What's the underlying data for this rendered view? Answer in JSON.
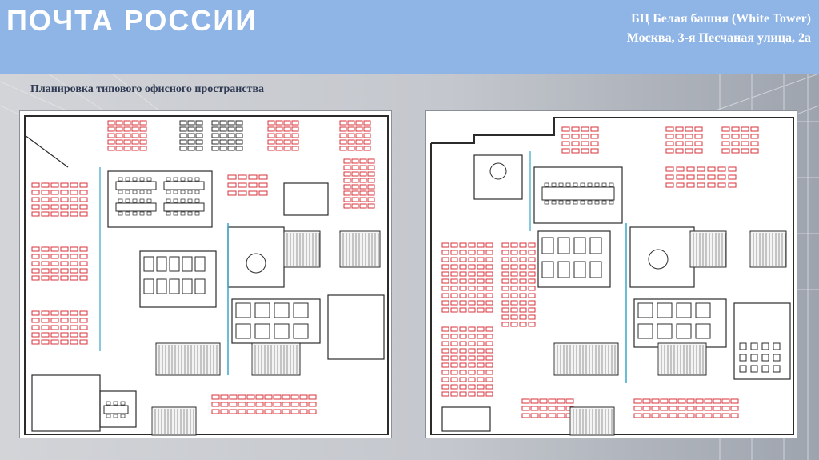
{
  "header": {
    "logo_text": "ПОЧТА РОССИИ",
    "building_line1": "БЦ Белая башня (White Tower)",
    "building_line2": "Москва, 3-я Песчаная улица, 2а",
    "background_color": "#8fb4e6"
  },
  "main": {
    "subtitle": "Планировка типового офисного пространства"
  },
  "colors": {
    "desk_red": "#d9333b",
    "wall_dark": "#2b2b2b",
    "wall_cyan": "#3aa5c8"
  }
}
